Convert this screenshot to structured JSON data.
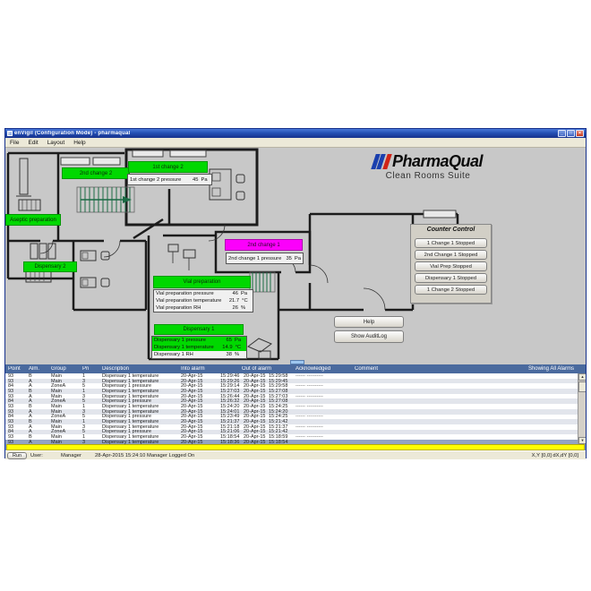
{
  "window": {
    "title": "enVigil (Configuration Mode) - pharmaqual",
    "menu": [
      "File",
      "Edit",
      "Layout",
      "Help"
    ],
    "controls": {
      "minimize": "_",
      "maximize": "□",
      "close": "×"
    }
  },
  "logo": {
    "name": "PharmaQual",
    "subtitle": "Clean Rooms Suite",
    "bar_colors": [
      "#1a3fae",
      "#1a3fae",
      "#cf2418"
    ]
  },
  "floor_plan": {
    "rooms": {
      "second_change_2": "2nd change 2",
      "first_change_2": "1st change 2",
      "aseptic_preparation": "Aseptic preparation",
      "dispensary_2": "Dispensary 2",
      "second_change_1": "2nd change 1",
      "vial_preparation": "Vial preparation",
      "dispensary_1": "Dispensary 1"
    },
    "readouts": {
      "first_change_2_pressure": {
        "label": "1st change 2 pressure",
        "value": "45",
        "unit": "Pa"
      },
      "second_change_1_pressure": {
        "label": "2nd change 1 pressure",
        "value": "35",
        "unit": "Pa"
      },
      "vial_preparation": [
        {
          "label": "Vial preparation pressure",
          "value": "46",
          "unit": "Pa"
        },
        {
          "label": "Vial preparation temperature",
          "value": "21.7",
          "unit": "°C"
        },
        {
          "label": "Vial preparation RH",
          "value": "26",
          "unit": "%"
        }
      ],
      "dispensary_1": [
        {
          "label": "Dispensary 1 pressure",
          "value": "65",
          "unit": "Pa"
        },
        {
          "label": "Dispensary 1 temperature",
          "value": "14.9",
          "unit": "°C"
        },
        {
          "label": "Dispensary 1 RH",
          "value": "38",
          "unit": "%"
        }
      ]
    },
    "status_colors": {
      "normal": "#00d800",
      "alarm": "#fb00fb"
    }
  },
  "side_buttons": {
    "help": "Help",
    "audit": "Show AuditLog"
  },
  "counter_control": {
    "title": "Counter Control",
    "buttons": [
      "1 Change 1 Stopped",
      "2nd Change 1 Stopped",
      "Vial Prep Stopped",
      "Dispensary 1 Stopped",
      "1 Change 2 Stopped"
    ]
  },
  "alarm_table": {
    "columns": [
      "Point",
      "Alm.",
      "Group",
      "Pri",
      "Description",
      "Into alarm",
      "Out of alarm",
      "Acknowledged",
      "Comment"
    ],
    "showing": "Showing All Alarms",
    "header_color": "#4a6a9e",
    "rows": [
      {
        "point": "93",
        "alm": "B",
        "group": "Main",
        "pri": "1",
        "desc": "Dispensary 1 temperature",
        "in_date": "20-Apr-15",
        "in_time": "15:29:46",
        "out_date": "20-Apr-15",
        "out_time": "15:29:58",
        "ack": "------ ----------"
      },
      {
        "point": "93",
        "alm": "A",
        "group": "Main",
        "pri": "3",
        "desc": "Dispensary 1 temperature",
        "in_date": "20-Apr-15",
        "in_time": "15:29:26",
        "out_date": "20-Apr-15",
        "out_time": "15:29:45",
        "ack": ""
      },
      {
        "point": "84",
        "alm": "A",
        "group": "ZoneA",
        "pri": "5",
        "desc": "Dispensary 1 pressure",
        "in_date": "20-Apr-15",
        "in_time": "15:29:14",
        "out_date": "20-Apr-15",
        "out_time": "15:29:58",
        "ack": "------ ----------"
      },
      {
        "point": "93",
        "alm": "B",
        "group": "Main",
        "pri": "1",
        "desc": "Dispensary 1 temperature",
        "in_date": "20-Apr-15",
        "in_time": "15:27:03",
        "out_date": "20-Apr-15",
        "out_time": "15:27:08",
        "ack": ""
      },
      {
        "point": "93",
        "alm": "A",
        "group": "Main",
        "pri": "3",
        "desc": "Dispensary 1 temperature",
        "in_date": "20-Apr-15",
        "in_time": "15:26:44",
        "out_date": "20-Apr-15",
        "out_time": "15:27:03",
        "ack": "------ ----------"
      },
      {
        "point": "84",
        "alm": "A",
        "group": "ZoneA",
        "pri": "5",
        "desc": "Dispensary 1 pressure",
        "in_date": "20-Apr-15",
        "in_time": "15:26:32",
        "out_date": "20-Apr-15",
        "out_time": "15:27:08",
        "ack": ""
      },
      {
        "point": "93",
        "alm": "B",
        "group": "Main",
        "pri": "1",
        "desc": "Dispensary 1 temperature",
        "in_date": "20-Apr-15",
        "in_time": "15:24:20",
        "out_date": "20-Apr-15",
        "out_time": "15:24:25",
        "ack": "------ ----------"
      },
      {
        "point": "93",
        "alm": "A",
        "group": "Main",
        "pri": "3",
        "desc": "Dispensary 1 temperature",
        "in_date": "20-Apr-15",
        "in_time": "15:24:01",
        "out_date": "20-Apr-15",
        "out_time": "15:24:20",
        "ack": ""
      },
      {
        "point": "84",
        "alm": "A",
        "group": "ZoneA",
        "pri": "5",
        "desc": "Dispensary 1 pressure",
        "in_date": "20-Apr-15",
        "in_time": "15:23:49",
        "out_date": "20-Apr-15",
        "out_time": "15:24:25",
        "ack": "------ ----------"
      },
      {
        "point": "93",
        "alm": "B",
        "group": "Main",
        "pri": "1",
        "desc": "Dispensary 1 temperature",
        "in_date": "20-Apr-15",
        "in_time": "15:21:37",
        "out_date": "20-Apr-15",
        "out_time": "15:21:42",
        "ack": ""
      },
      {
        "point": "93",
        "alm": "A",
        "group": "Main",
        "pri": "3",
        "desc": "Dispensary 1 temperature",
        "in_date": "20-Apr-15",
        "in_time": "15:21:18",
        "out_date": "20-Apr-15",
        "out_time": "15:21:37",
        "ack": "------ ----------"
      },
      {
        "point": "84",
        "alm": "A",
        "group": "ZoneA",
        "pri": "5",
        "desc": "Dispensary 1 pressure",
        "in_date": "20-Apr-15",
        "in_time": "15:21:06",
        "out_date": "20-Apr-15",
        "out_time": "15:21:42",
        "ack": ""
      },
      {
        "point": "93",
        "alm": "B",
        "group": "Main",
        "pri": "1",
        "desc": "Dispensary 1 temperature",
        "in_date": "20-Apr-15",
        "in_time": "15:18:54",
        "out_date": "20-Apr-15",
        "out_time": "15:18:59",
        "ack": "------ ----------"
      },
      {
        "point": "93",
        "alm": "A",
        "group": "Main",
        "pri": "3",
        "desc": "Dispensary 1 temperature",
        "in_date": "20-Apr-15",
        "in_time": "15:18:36",
        "out_date": "20-Apr-15",
        "out_time": "15:18:54",
        "ack": "",
        "selected": true
      }
    ]
  },
  "scrollbar": {
    "up_icon": "▲",
    "down_icon": "▼"
  },
  "status_bar": {
    "run_label": "Run",
    "user_label": "User:",
    "user": "Manager",
    "message": "28-Apr-2015 15:24:10 Manager Logged On",
    "coords": "X,Y [0,0]   dX,dY [0,0]"
  }
}
